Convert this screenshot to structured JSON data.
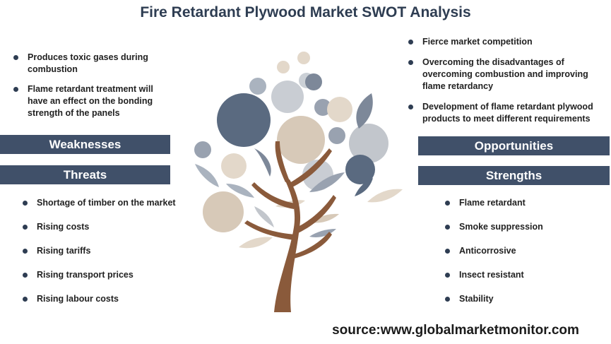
{
  "title": "Fire Retardant Plywood Market SWOT Analysis",
  "weaknesses": {
    "label": "Weaknesses",
    "items": [
      "Produces toxic gases during combustion",
      "Flame retardant treatment will have an effect on the bonding strength of the panels"
    ]
  },
  "opportunities": {
    "label": "Opportunities",
    "items": [
      "Fierce market competition",
      "Overcoming the disadvantages of overcoming combustion and improving flame retardancy",
      "Development of flame retardant plywood products to meet different requirements"
    ]
  },
  "threats": {
    "label": "Threats",
    "items": [
      "Shortage of timber on the market",
      "Rising costs",
      "Rising tariffs",
      "Rising transport prices",
      "Rising labour costs"
    ]
  },
  "strengths": {
    "label": "Strengths",
    "items": [
      "Flame retardant",
      "Smoke suppression",
      "Anticorrosive",
      "Insect resistant",
      "Stability"
    ]
  },
  "source": "source:www.globalmarketmonitor.com",
  "colors": {
    "banner": "#405069",
    "trunk": "#8a5a3b",
    "navy": "#5a6a80",
    "gray": "#c2c6cc",
    "beige": "#d7c9b8"
  }
}
